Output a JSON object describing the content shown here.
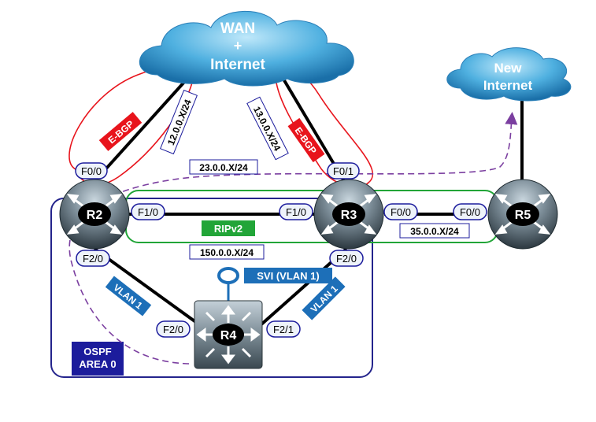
{
  "clouds": {
    "wan": {
      "line1": "WAN",
      "line2": "+",
      "line3": "Internet"
    },
    "new_internet": {
      "line1": "New",
      "line2": "Internet"
    }
  },
  "routers": {
    "r2": "R2",
    "r3": "R3",
    "r4": "R4",
    "r5": "R5"
  },
  "interfaces": {
    "r2_f00": "F0/0",
    "r2_f10": "F1/0",
    "r2_f20": "F2/0",
    "r3_f01": "F0/1",
    "r3_f10": "F1/0",
    "r3_f00": "F0/0",
    "r3_f20": "F2/0",
    "r4_f20": "F2/0",
    "r4_f21": "F2/1",
    "r5_f00": "F0/0"
  },
  "subnets": {
    "wan_r2": "12.0.0.X/24",
    "wan_r3": "13.0.0.X/24",
    "r2_r3_upper": "23.0.0.X/24",
    "r2_r3_lower": "150.0.0.X/24",
    "r3_r5": "35.0.0.X/24"
  },
  "tags": {
    "ebgp_left": "E-BGP",
    "ebgp_right": "E-BGP",
    "ripv2": "RIPv2",
    "vlan_left": "VLAN 1",
    "vlan_right": "VLAN 1",
    "svi": "SVI (VLAN 1)",
    "ospf_line1": "OSPF",
    "ospf_line2": "AREA 0"
  },
  "colors": {
    "ebgp_red": "#e8141c",
    "ripv2_green": "#22a538",
    "vlan_blue": "#1d6fb8",
    "ospf_navy": "#1c1c9c",
    "ospf_border": "#24248c",
    "path_purple": "#7b3fa0",
    "cloud_blue": "#3fa8dc"
  }
}
